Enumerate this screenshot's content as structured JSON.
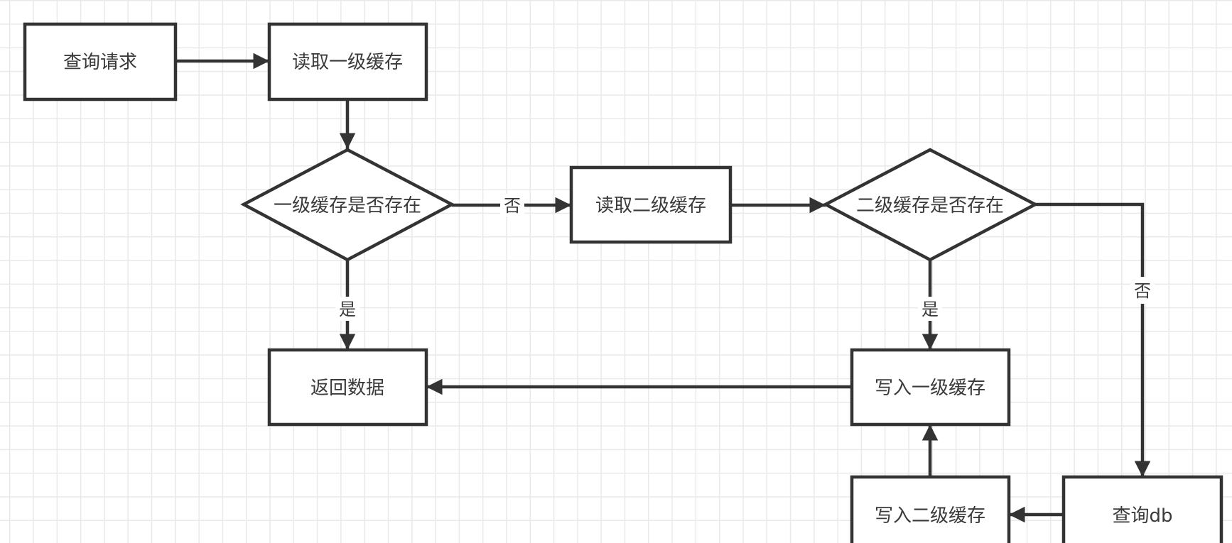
{
  "diagram": {
    "title": "多级缓存查询流程",
    "nodes": {
      "query_request": {
        "label": "查询请求",
        "shape": "rect"
      },
      "read_l1": {
        "label": "读取一级缓存",
        "shape": "rect"
      },
      "l1_exists": {
        "label": "一级缓存是否存在",
        "shape": "diamond"
      },
      "read_l2": {
        "label": "读取二级缓存",
        "shape": "rect"
      },
      "l2_exists": {
        "label": "二级缓存是否存在",
        "shape": "diamond"
      },
      "return_data": {
        "label": "返回数据",
        "shape": "rect"
      },
      "write_l1": {
        "label": "写入一级缓存",
        "shape": "rect"
      },
      "write_l2": {
        "label": "写入二级缓存",
        "shape": "rect"
      },
      "query_db": {
        "label": "查询db",
        "shape": "rect"
      }
    },
    "edges": [
      {
        "from": "query_request",
        "to": "read_l1",
        "label": ""
      },
      {
        "from": "read_l1",
        "to": "l1_exists",
        "label": ""
      },
      {
        "from": "l1_exists",
        "to": "read_l2",
        "label": "否"
      },
      {
        "from": "l1_exists",
        "to": "return_data",
        "label": "是"
      },
      {
        "from": "read_l2",
        "to": "l2_exists",
        "label": ""
      },
      {
        "from": "l2_exists",
        "to": "write_l1",
        "label": "是"
      },
      {
        "from": "l2_exists",
        "to": "query_db",
        "label": "否"
      },
      {
        "from": "query_db",
        "to": "write_l2",
        "label": ""
      },
      {
        "from": "write_l2",
        "to": "write_l1",
        "label": ""
      },
      {
        "from": "write_l1",
        "to": "return_data",
        "label": ""
      }
    ],
    "edge_labels": {
      "l1_no": "否",
      "l1_yes": "是",
      "l2_yes": "是",
      "l2_no": "否"
    },
    "colors": {
      "stroke": "#333333",
      "text": "#3a3a3a",
      "grid": "#e9e9e9",
      "background": "#ffffff"
    }
  }
}
